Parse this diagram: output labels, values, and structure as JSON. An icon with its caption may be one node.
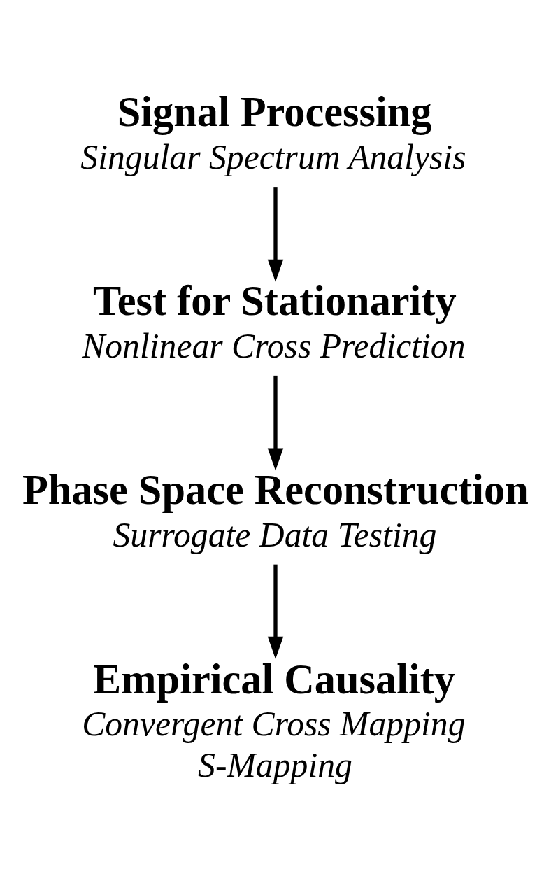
{
  "diagram": {
    "nodes": [
      {
        "text": [
          "Signal Processing",
          "Singular Spectrum Analysis"
        ]
      },
      {
        "text": [
          "Test for Stationarity",
          "Nonlinear Cross Prediction"
        ]
      },
      {
        "text": [
          "Phase Space Reconstruction",
          "Surrogate Data Testing"
        ]
      },
      {
        "text": [
          "Empirical Causality",
          "Convergent Cross Mapping",
          "S-Mapping"
        ]
      }
    ],
    "edges": [
      {
        "from": 0,
        "to": 1,
        "arrow": "to"
      },
      {
        "from": 1,
        "to": 2,
        "arrow": "to"
      },
      {
        "from": 2,
        "to": 3,
        "arrow": "to"
      }
    ]
  }
}
